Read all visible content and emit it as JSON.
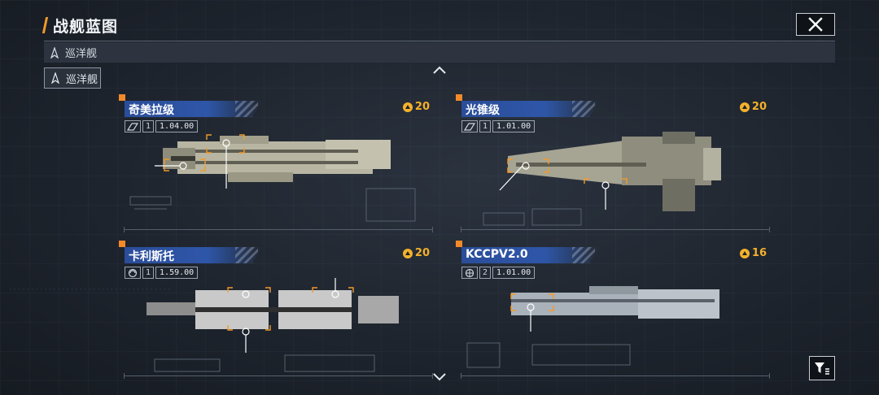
{
  "header": {
    "title": "战舰蓝图"
  },
  "filter": {
    "label": "巡洋舰"
  },
  "type_tab": {
    "label": "巡洋舰"
  },
  "accent_color": "#f39a2a",
  "cards": [
    {
      "name": "奇美拉级",
      "level": "1",
      "value": "1.04.00",
      "cost": "20",
      "class_icon": "missile-icon"
    },
    {
      "name": "光锥级",
      "level": "1",
      "value": "1.01.00",
      "cost": "20",
      "class_icon": "missile-icon"
    },
    {
      "name": "卡利斯托",
      "level": "1",
      "value": "1.59.00",
      "cost": "20",
      "class_icon": "swirl-icon"
    },
    {
      "name": "KCCPV2.0",
      "level": "2",
      "value": "1.01.00",
      "cost": "16",
      "class_icon": "globe-icon"
    }
  ]
}
